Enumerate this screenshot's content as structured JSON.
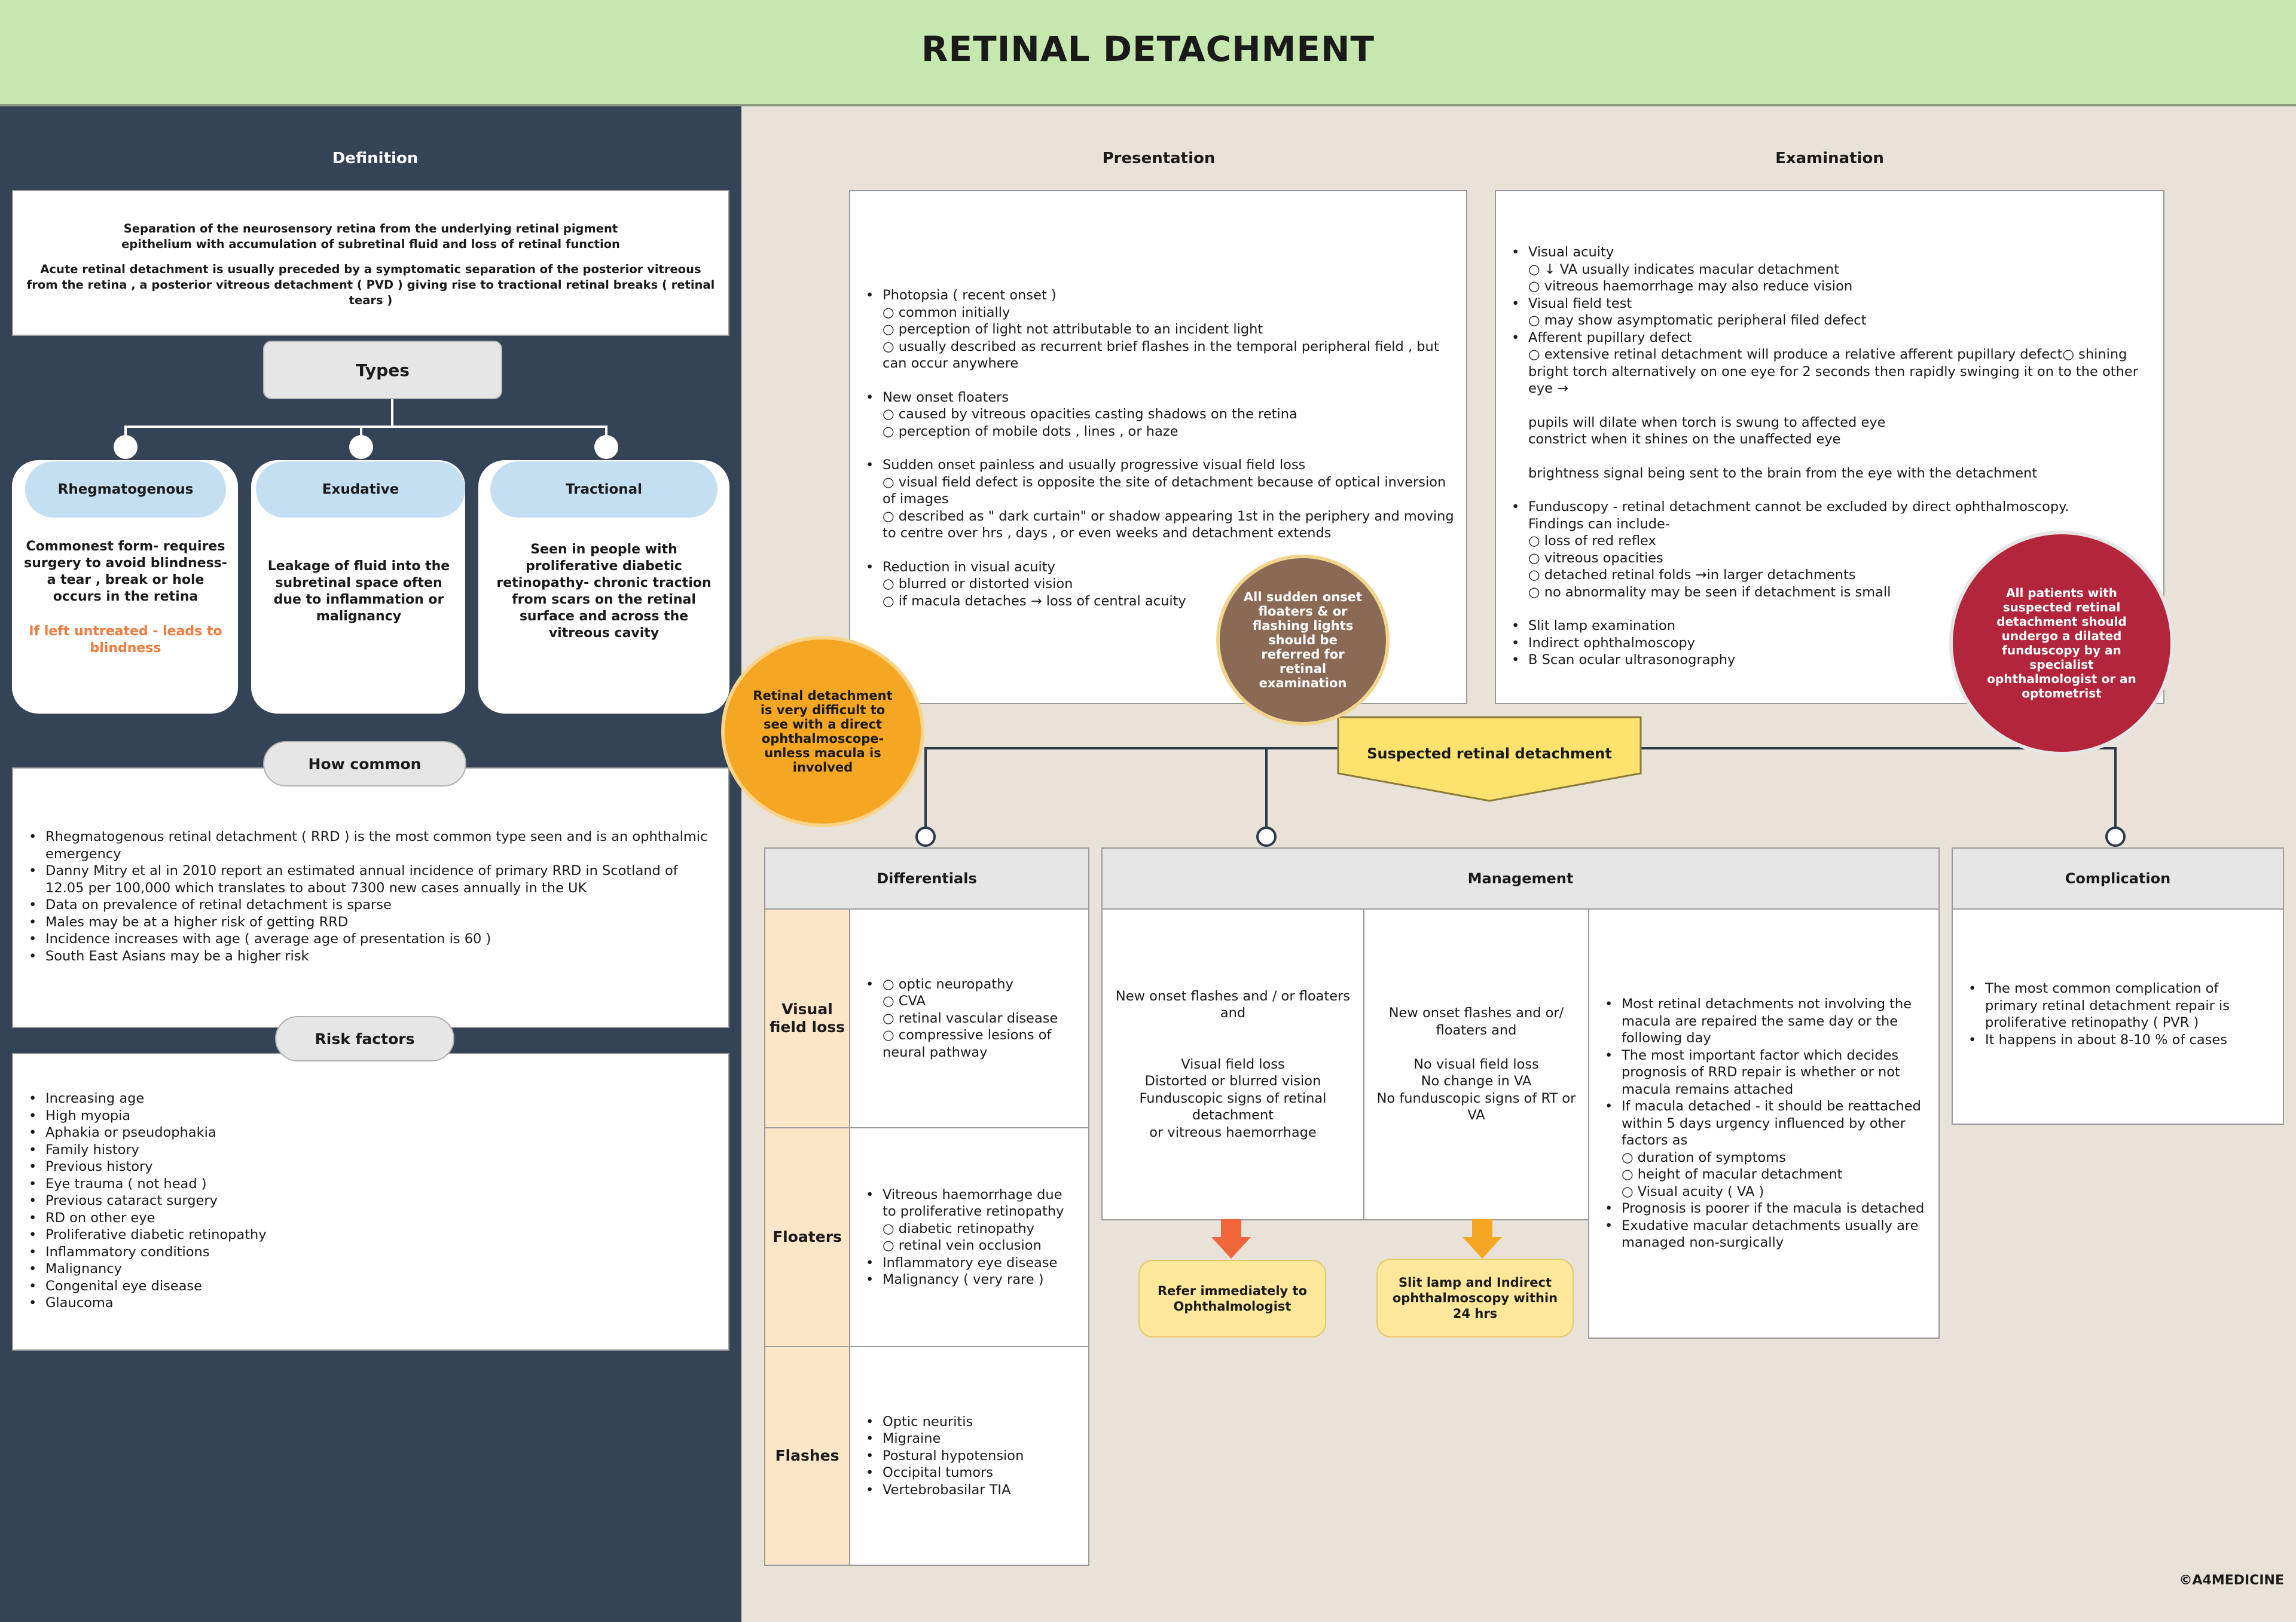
{
  "title": "RETINAL DETACHMENT",
  "definition": {
    "heading": "Definition",
    "line1": "Separation of the neurosensory retina from the underlying retinal pigment",
    "line2": "epithelium with accumulation of subretinal fluid and loss of retinal function",
    "line3": "Acute retinal detachment is usually preceded by a symptomatic separation of the posterior vitreous from the retina , a posterior vitreous detachment ( PVD ) giving rise to tractional retinal breaks ( retinal tears )"
  },
  "types": {
    "heading": "Types",
    "items": [
      {
        "name": "Rhegmatogenous",
        "text": "Commonest form- requires surgery  to avoid blindness- a tear , break or hole occurs in the retina",
        "note": "If left untreated - leads to blindness"
      },
      {
        "name": "Exudative",
        "text": "Leakage of fluid into the subretinal space often due to inflammation or malignancy"
      },
      {
        "name": "Tractional",
        "text": "Seen in people with proliferative diabetic retinopathy- chronic traction from scars on the retinal surface and across the vitreous cavity"
      }
    ]
  },
  "how_common": {
    "heading": "How common",
    "items": [
      "Rhegmatogenous retinal detachment ( RRD ) is the most common type seen and is an ophthalmic emergency",
      "Danny Mitry et al in 2010 report an estimated annual incidence of primary RRD in Scotland of 12.05 per 100,000 which translates to about 7300 new cases annually in the UK",
      "Data on prevalence of retinal detachment is sparse",
      "Males may be at a higher risk of getting RRD",
      "Incidence increases with age ( average age of presentation is 60 )",
      "South East Asians may be a higher risk"
    ]
  },
  "risk_factors": {
    "heading": "Risk factors",
    "items": [
      "Increasing age",
      "High myopia",
      "Aphakia or pseudophakia",
      "Family history",
      "Previous history",
      "Eye trauma ( not head )",
      "Previous cataract surgery",
      "RD on other eye",
      "Proliferative diabetic retinopathy",
      "Inflammatory conditions",
      "Malignancy",
      "Congenital eye disease",
      "Glaucoma"
    ]
  },
  "presentation": {
    "heading": "Presentation",
    "groups": [
      {
        "item": "Photopsia ( recent onset )",
        "subs": [
          "○ common initially",
          "○ perception of light not attributable to an incident light",
          "○ usually described as recurrent brief flashes in the temporal peripheral field , but can occur anywhere"
        ]
      },
      {
        "item": "New onset floaters",
        "subs": [
          "○ caused by vitreous opacities casting shadows on the retina",
          "○ perception of mobile dots , lines , or haze"
        ]
      },
      {
        "item": "Sudden onset painless and usually progressive visual field loss",
        "subs": [
          "○ visual field defect is opposite the site of detachment because of optical inversion of images",
          "○ described as \" dark curtain\" or shadow appearing 1st in the periphery and moving to centre over hrs , days , or even weeks and detachment extends"
        ]
      },
      {
        "item": "Reduction in visual acuity",
        "subs": [
          "○ blurred or distorted vision",
          "○ if macula detaches → loss of central acuity"
        ]
      }
    ]
  },
  "examination": {
    "heading": "Examination",
    "lines": [
      {
        "b": true,
        "t": "Visual acuity"
      },
      {
        "b": false,
        "t": "○ ↓ VA usually indicates macular detachment"
      },
      {
        "b": false,
        "t": "○ vitreous haemorrhage may also reduce vision"
      },
      {
        "b": true,
        "t": "Visual field test"
      },
      {
        "b": false,
        "t": "○ may show asymptomatic peripheral filed defect"
      },
      {
        "b": true,
        "t": "Afferent pupillary defect"
      },
      {
        "b": false,
        "t": "○ extensive retinal detachment will produce a relative afferent pupillary defect○ shining bright torch alternatively on one eye for 2 seconds then rapidly swinging it on to the other eye →"
      },
      {
        "b": false,
        "t": ""
      },
      {
        "b": false,
        "t": "pupils will dilate when torch is swung to affected eye"
      },
      {
        "b": false,
        "t": "constrict when it shines on the unaffected eye"
      },
      {
        "b": false,
        "t": ""
      },
      {
        "b": false,
        "t": "brightness signal being sent to the brain from the eye with the detachment"
      },
      {
        "b": false,
        "t": ""
      },
      {
        "b": true,
        "t": "Funduscopy - retinal detachment cannot be excluded by direct ophthalmoscopy."
      },
      {
        "b": false,
        "t": "Findings can include-"
      },
      {
        "b": false,
        "t": "○ loss of red reflex"
      },
      {
        "b": false,
        "t": "○ vitreous opacities"
      },
      {
        "b": false,
        "t": "○ detached retinal folds →in larger detachments"
      },
      {
        "b": false,
        "t": "○ no abnormality may be seen if detachment is small"
      },
      {
        "b": false,
        "t": ""
      },
      {
        "b": true,
        "t": "Slit lamp examination"
      },
      {
        "b": true,
        "t": "Indirect ophthalmoscopy"
      },
      {
        "b": true,
        "t": "B Scan ocular ultrasonography"
      }
    ]
  },
  "callouts": {
    "orange": "Retinal detachment is very difficult to see with a direct ophthalmoscope- unless macula is involved",
    "brown": "All sudden onset floaters & or flashing lights should be referred for retinal examination",
    "red": "All patients with suspected retinal detachment should undergo a dilated funduscopy by an  specialist ophthalmologist or an optometrist"
  },
  "suspected": "Suspected retinal detachment",
  "differentials": {
    "heading": "Differentials",
    "rows": [
      {
        "label": "Visual field loss",
        "items": [
          "○ optic neuropathy",
          "○ CVA",
          "○ retinal vascular disease",
          "○ compressive lesions of neural pathway"
        ]
      },
      {
        "label": "Floaters",
        "items": [
          "Vitreous haemorrhage due to proliferative retinopathy",
          "○ diabetic retinopathy",
          "○ retinal vein occlusion",
          "Inflammatory eye disease",
          "Malignancy ( very rare )"
        ]
      },
      {
        "label": "Flashes",
        "items": [
          "Optic neuritis",
          "Migraine",
          "Postural hypotension",
          "Occipital tumors",
          "Vertebrobasilar TIA"
        ]
      }
    ]
  },
  "management": {
    "heading": "Management",
    "col1": "New onset flashes and / or floaters and\n\n\nVisual field loss\nDistorted or blurred vision\nFunduscopic signs of retinal detachment\n or  vitreous haemorrhage",
    "col2": "New onset flashes and or/ floaters and\n\nNo visual field loss\nNo change in VA\nNo funduscopic signs of RT or VA",
    "col3": [
      {
        "b": true,
        "t": "Most retinal detachments not involving the macula are repaired the same day or the following day"
      },
      {
        "b": true,
        "t": "The most important factor which decides prognosis of  RRD repair is  whether or not macula remains attached"
      },
      {
        "b": true,
        "t": "If macula detached - it should be reattached within  5 days urgency influenced by  other factors as"
      },
      {
        "b": false,
        "t": "○ duration  of symptoms"
      },
      {
        "b": false,
        "t": "○ height of macular  detachment"
      },
      {
        "b": false,
        "t": "○ Visual acuity ( VA )"
      },
      {
        "b": true,
        "t": "Prognosis is poorer if the macula is detached"
      },
      {
        "b": true,
        "t": "Exudative macular detachments usually are managed non-surgically"
      }
    ],
    "outcome1": "Refer immediately to Ophthalmologist",
    "outcome2": "Slit lamp and Indirect ophthalmoscopy within 24 hrs"
  },
  "complication": {
    "heading": "Complication",
    "items": [
      "The most common complication of primary retinal detachment repair is proliferative retinopathy ( PVR )",
      "It happens in about 8-10 % of cases"
    ]
  },
  "copyright": "©A4MEDICINE",
  "colors": {
    "header": "#c6e8ae",
    "left_panel": "#354357",
    "right_panel": "#e9e2d8",
    "orange_callout": "#f5a623",
    "brown_callout": "#8b6a55",
    "red_callout": "#b3253a",
    "suspected": "#fde36e",
    "untreated_note": "#f07b3f",
    "arrow_red": "#f0663a",
    "arrow_orange": "#f5a623"
  }
}
